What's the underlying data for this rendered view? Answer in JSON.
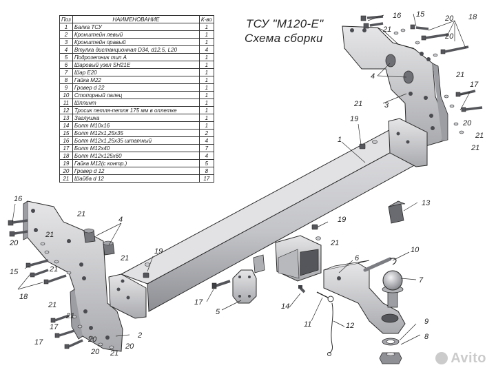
{
  "title": {
    "line1": "ТСУ \"М120-Е\"",
    "line2": "Схема сборки"
  },
  "table": {
    "headers": {
      "num": "Поз",
      "name": "НАИМЕНОВАНИЕ",
      "qty": "К-во"
    },
    "rows": [
      {
        "num": "1",
        "name": "Балка ТСУ",
        "qty": "1"
      },
      {
        "num": "2",
        "name": "Кронштейн левый",
        "qty": "1"
      },
      {
        "num": "3",
        "name": "Кронштейн правый",
        "qty": "1"
      },
      {
        "num": "4",
        "name": "Втулка дистанционная D34, d12,5, L20",
        "qty": "4"
      },
      {
        "num": "5",
        "name": "Подрозетник тип А",
        "qty": "1"
      },
      {
        "num": "6",
        "name": "Шаровый узел SH21E",
        "qty": "1"
      },
      {
        "num": "7",
        "name": "Шар E20",
        "qty": "1"
      },
      {
        "num": "8",
        "name": "Гайка M22",
        "qty": "1"
      },
      {
        "num": "9",
        "name": "Гровер d 22",
        "qty": "1"
      },
      {
        "num": "10",
        "name": "Стопорный палец",
        "qty": "1"
      },
      {
        "num": "11",
        "name": "Шплинт",
        "qty": "1"
      },
      {
        "num": "12",
        "name": "Тросик петля-петля 175 мм в оплетке",
        "qty": "1"
      },
      {
        "num": "13",
        "name": "Заглушка",
        "qty": "1"
      },
      {
        "num": "14",
        "name": "Болт M10x16",
        "qty": "1"
      },
      {
        "num": "15",
        "name": "Болт M12x1,25x35",
        "qty": "2"
      },
      {
        "num": "16",
        "name": "Болт M12x1,25x35 штатный",
        "qty": "4"
      },
      {
        "num": "17",
        "name": "Болт M12x40",
        "qty": "7"
      },
      {
        "num": "18",
        "name": "Болт M12x125x60",
        "qty": "4"
      },
      {
        "num": "19",
        "name": "Гайка M12(с контр.)",
        "qty": "5"
      },
      {
        "num": "20",
        "name": "Гровер d 12",
        "qty": "8"
      },
      {
        "num": "21",
        "name": "Шайба d 12",
        "qty": "17"
      }
    ]
  },
  "callouts": {
    "c1": "1",
    "c2": "2",
    "c3": "3",
    "c4a": "4",
    "c4b": "4",
    "c5": "5",
    "c6": "6",
    "c7": "7",
    "c8": "8",
    "c9": "9",
    "c10": "10",
    "c11": "11",
    "c12": "12",
    "c13": "13",
    "c14": "14",
    "c15a": "15",
    "c15b": "15",
    "c16a": "16",
    "c16b": "16",
    "c17a": "17",
    "c17b": "17",
    "c17c": "17",
    "c17d": "17",
    "c18a": "18",
    "c18b": "18",
    "c19a": "19",
    "c19b": "19",
    "c19c": "19",
    "c20a": "20",
    "c20b": "20",
    "c20c": "20",
    "c20d": "20",
    "c20e": "20",
    "c20f": "20",
    "c20g": "20",
    "c21a": "21",
    "c21b": "21",
    "c21c": "21",
    "c21d": "21",
    "c21e": "21",
    "c21f": "21",
    "c21g": "21",
    "c21h": "21",
    "c21i": "21",
    "c21j": "21",
    "c21k": "21",
    "c21l": "21",
    "c21m": "21"
  },
  "watermark": "Avito",
  "colors": {
    "metal": "#c9c9cc",
    "metal_dark": "#8f9095",
    "metal_light": "#e4e4e6",
    "line": "#2a2a2a",
    "hardware": "#5a5b60"
  }
}
